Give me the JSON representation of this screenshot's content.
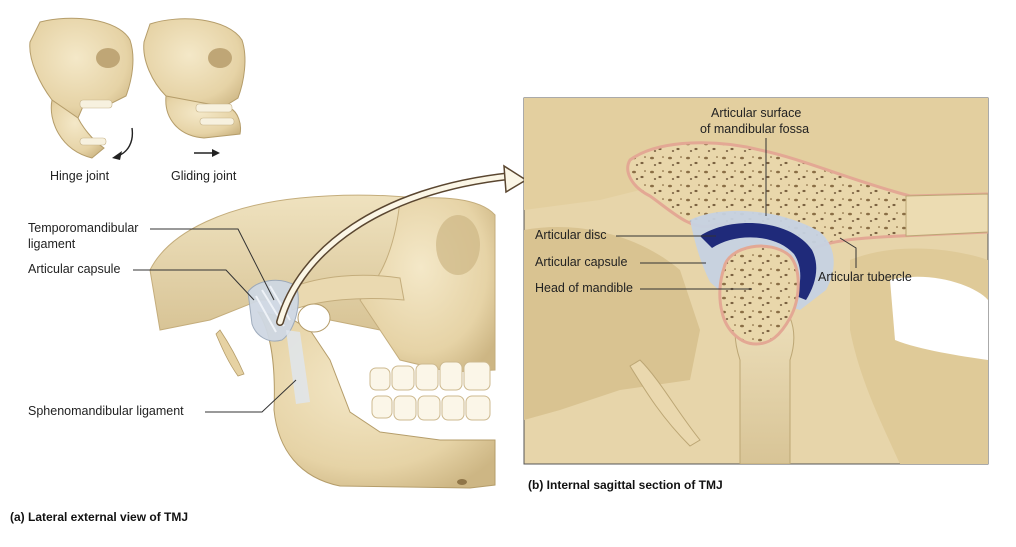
{
  "thumbnails": {
    "hinge_label": "Hinge joint",
    "gliding_label": "Gliding joint"
  },
  "lateral_view": {
    "labels": {
      "tm_ligament_line1": "Temporomandibular",
      "tm_ligament_line2": "ligament",
      "articular_capsule": "Articular capsule",
      "sphenomandibular": "Sphenomandibular ligament"
    },
    "caption": "(a) Lateral external view of TMJ"
  },
  "sagittal_view": {
    "labels": {
      "fossa_line1": "Articular surface",
      "fossa_line2": "of mandibular fossa",
      "articular_disc": "Articular disc",
      "articular_capsule": "Articular capsule",
      "head_of_mandible": "Head of mandible",
      "articular_tubercle": "Articular tubercle"
    },
    "caption": "(b) Internal sagittal section of TMJ"
  },
  "colors": {
    "bone": "#ecdcb5",
    "bone_shadow": "#d2bd8c",
    "bone_outline": "#b59d6a",
    "cortex_pink": "#e8b9a6",
    "disc_blue": "#1f2a7a",
    "ligament": "#c9d3df",
    "text": "#222222"
  }
}
